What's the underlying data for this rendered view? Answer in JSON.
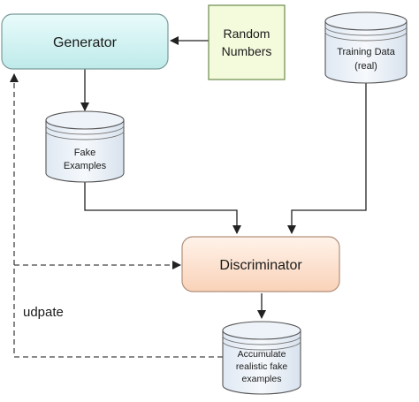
{
  "nodes": {
    "generator": {
      "label": "Generator",
      "fill_top": "#e9fbfb",
      "fill_bottom": "#bfeaea"
    },
    "random_numbers": {
      "line1": "Random",
      "line2": "Numbers",
      "fill": "#f4fbdc"
    },
    "training_data": {
      "line1": "Training Data",
      "line2": "(real)"
    },
    "fake_examples": {
      "line1": "Fake",
      "line2": "Examples"
    },
    "discriminator": {
      "label": "Discriminator",
      "fill_top": "#fff3ea",
      "fill_bottom": "#f9d2b8"
    },
    "accumulate": {
      "line1": "Accumulate",
      "line2": "realistic fake",
      "line3": "examples"
    }
  },
  "feedback": {
    "label": "udpate"
  },
  "colors": {
    "cylinder_fill": "#e8eff7",
    "cylinder_stroke": "#555555",
    "line": "#222222"
  }
}
